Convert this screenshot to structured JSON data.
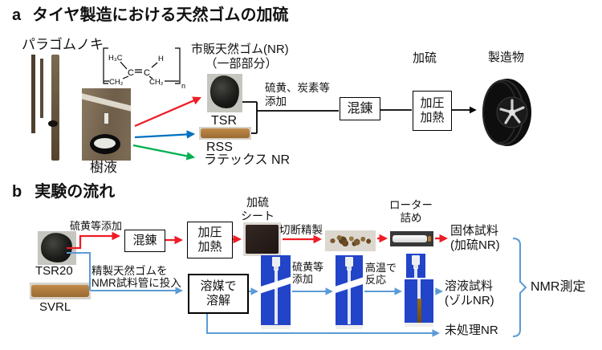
{
  "colors": {
    "red_flow": "#ee1c25",
    "blue_a": "#0070c0",
    "blue_b": "#5b9bd5",
    "green_flow": "#00b050",
    "tube_blue": "#2144c8"
  },
  "a": {
    "panel": "a",
    "title": "タイヤ製造における天然ゴムの加硫",
    "tree_label": "パラゴムノキ",
    "sap_label": "樹液",
    "commercial_nr_line1": "市販天然ゴム(NR)",
    "commercial_nr_line2": "（一部部分）",
    "tsr": "TSR",
    "rss": "RSS",
    "latex": "ラテックス NR",
    "additive_line1": "硫黄、炭素等",
    "additive_line2": "添加",
    "mixing": "混錬",
    "press_line1": "加圧",
    "press_line2": "加熱",
    "vulcanization": "加硫",
    "product": "製造物",
    "chem": {
      "h3c": "H₃C",
      "c1": "C",
      "c2": "C",
      "h": "H",
      "ch2_left": "CH₂",
      "ch2_right": "CH₂",
      "n": "n"
    }
  },
  "b": {
    "panel": "b",
    "title": "実験の流れ",
    "tsr20": "TSR20",
    "svrl": "SVRL",
    "sulfur_add": "硫黄等添加",
    "mixing": "混錬",
    "press_line1": "加圧",
    "press_line2": "加熱",
    "sheet_line1": "加硫",
    "sheet_line2": "シート",
    "cutting": "切断精製",
    "rotor_line1": "ローター",
    "rotor_line2": "詰め",
    "solid_line1": "固体試料",
    "solid_line2": "(加硫NR)",
    "purified_line1": "精製天然ゴムを",
    "purified_line2": "NMR試料管に投入",
    "dissolve_line1": "溶媒で",
    "dissolve_line2": "溶解",
    "sulfur2_line1": "硫黄等",
    "sulfur2_line2": "添加",
    "heat_line1": "高温で",
    "heat_line2": "反応",
    "solution_line1": "溶液試料",
    "solution_line2": "(ゾルNR)",
    "untreated": "未処理NR",
    "nmr": "NMR測定"
  }
}
